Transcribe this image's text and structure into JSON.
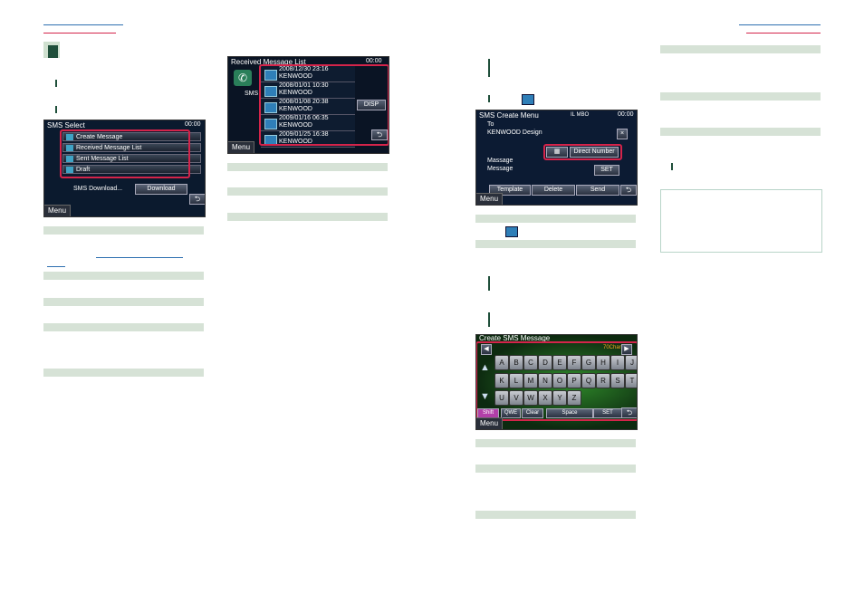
{
  "colors": {
    "band": "#d6e2d6",
    "accent_green": "#1f4f3a",
    "highlight_red": "#d4244a",
    "link_blue": "#2d6fb0"
  },
  "sms_select": {
    "title": "SMS Select",
    "clock": "00:00",
    "items": [
      "Create Message",
      "Received Message List",
      "Sent Message List",
      "Draft"
    ],
    "download_label": "SMS Download...",
    "download_button": "Download",
    "menu": "Menu"
  },
  "received_list": {
    "title": "Received Message List",
    "clock": "00:00",
    "sms_label": "SMS",
    "rows": [
      {
        "date": "2008/12/30 23:16",
        "sender": "KENWOOD"
      },
      {
        "date": "2008/01/01 10:30",
        "sender": "KENWOOD"
      },
      {
        "date": "2008/01/08 20:38",
        "sender": "KENWOOD"
      },
      {
        "date": "2009/01/16 06:35",
        "sender": "KENWOOD"
      },
      {
        "date": "2009/01/25 16:38",
        "sender": "KENWOOD"
      }
    ],
    "disp": "DISP",
    "menu": "Menu"
  },
  "create_menu": {
    "title": "SMS Create Menu",
    "clock": "00:00",
    "status": "IL MBO",
    "to_label": "To",
    "to_value": "KENWOOD Design",
    "direct_number": "Direct Number",
    "message_label": "Massage",
    "message_value": "Message",
    "set": "SET",
    "buttons": [
      "Template",
      "Delete",
      "Send"
    ],
    "menu": "Menu"
  },
  "create_sms": {
    "title": "Create SMS Message",
    "counter": "70Char",
    "rows": [
      [
        "A",
        "B",
        "C",
        "D",
        "E",
        "F",
        "G",
        "H",
        "I",
        "J"
      ],
      [
        "K",
        "L",
        "M",
        "N",
        "O",
        "P",
        "Q",
        "R",
        "S",
        "T"
      ],
      [
        "U",
        "V",
        "W",
        "X",
        "Y",
        "Z"
      ]
    ],
    "func": [
      "Shift",
      "QWE",
      "Clear",
      "Space",
      "SET"
    ],
    "menu": "Menu"
  },
  "icons": [
    "phone-icon",
    "envelope-icon",
    "back-arrow-icon",
    "phonebook-icon",
    "left-arrow-icon",
    "right-arrow-icon",
    "up-arrow-icon",
    "down-arrow-icon"
  ]
}
